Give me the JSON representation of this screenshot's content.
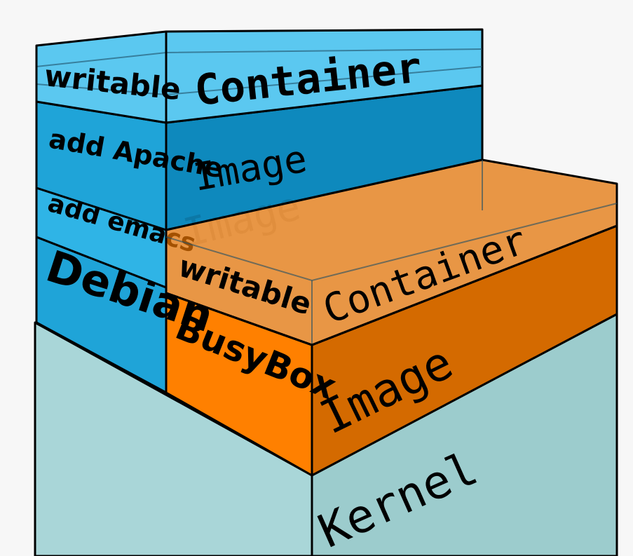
{
  "colors": {
    "background": "#f7f7f7",
    "kernel_front": "#a9d6d8",
    "kernel_side": "#9ccccd",
    "blue_light": "#2fb4e6",
    "blue_mid": "#1fa4d8",
    "blue_dark": "#0e89bd",
    "orange_bright": "#ff8000",
    "orange_mid": "#e27000",
    "orange_dark": "#d46a00",
    "orange_top": "#e48a2e"
  },
  "left_stack": {
    "writable_label": "writable",
    "container_label": "Container",
    "apache_label": "add Apache",
    "apache_image_label": "Image",
    "emacs_label": "add emacs",
    "emacs_image_label": "Image",
    "debian_label": "Debian"
  },
  "right_stack": {
    "writable_label": "writable",
    "container_label": "Container",
    "busybox_label": "BusyBox",
    "image_label": "Image"
  },
  "kernel": {
    "label": "Kernel"
  }
}
